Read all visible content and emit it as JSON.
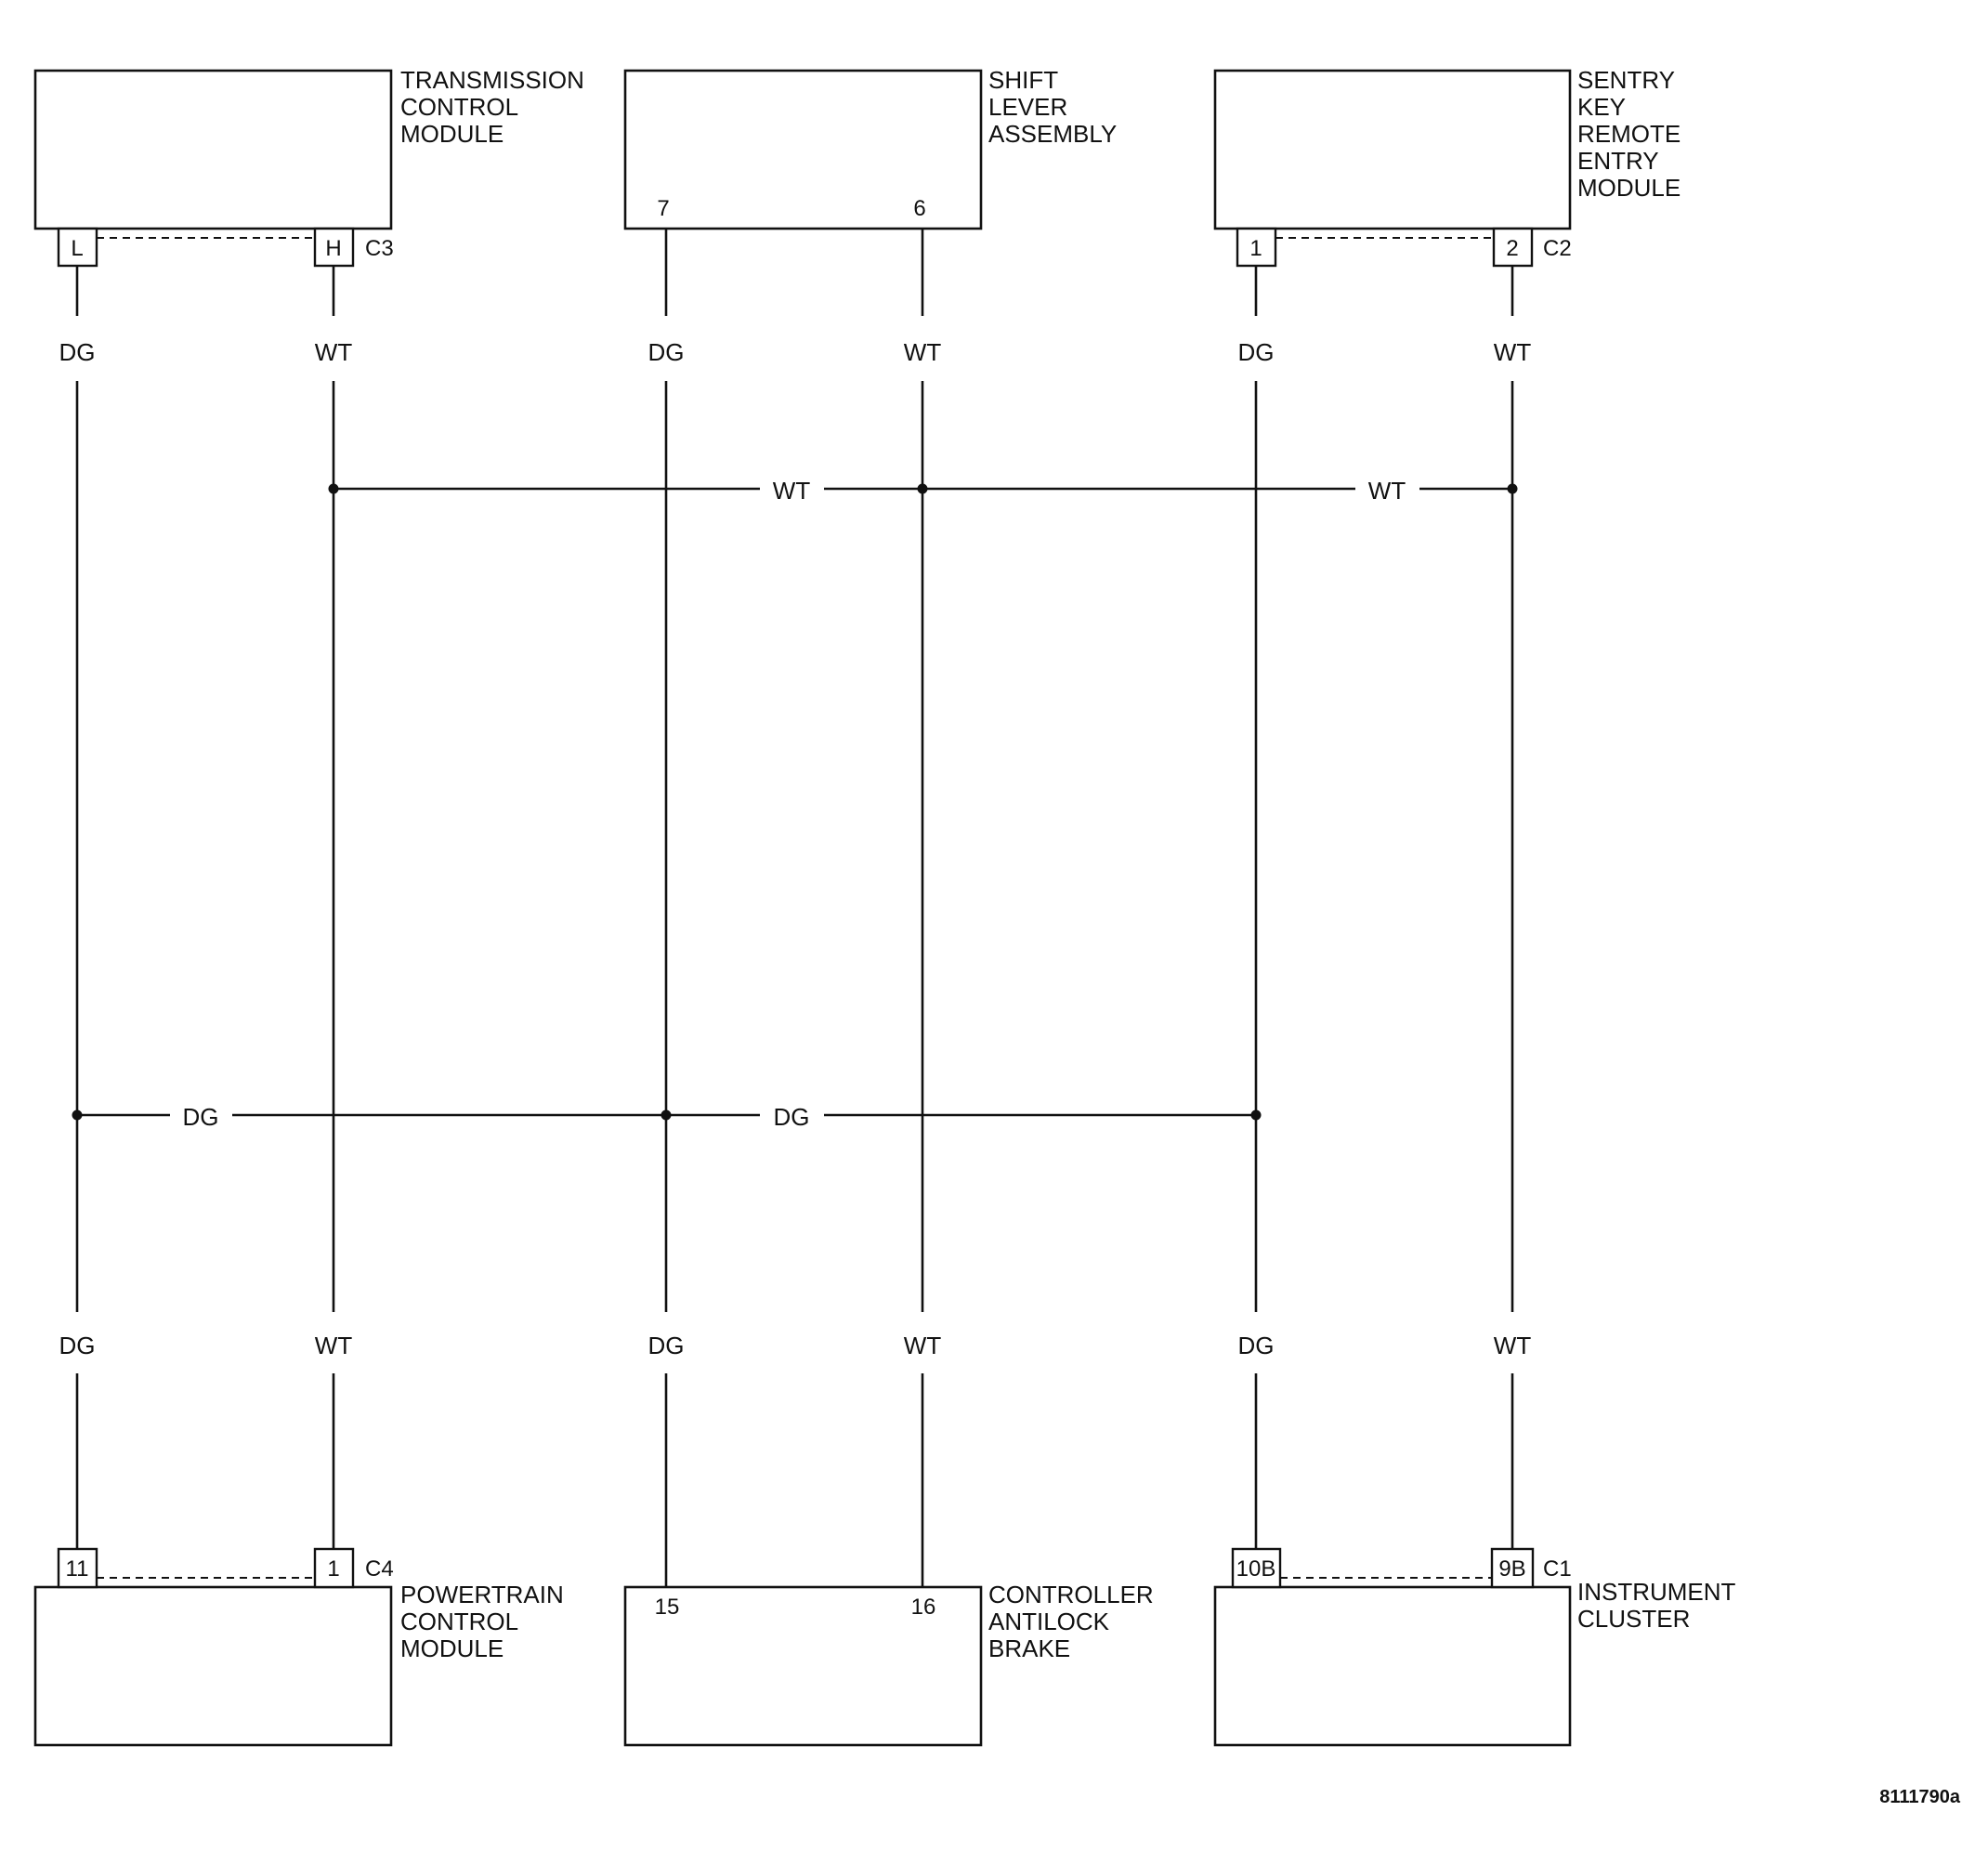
{
  "components": {
    "tcm": {
      "label": [
        "TRANSMISSION",
        "CONTROL",
        "MODULE"
      ],
      "connector": "C3",
      "pins": [
        "L",
        "H"
      ]
    },
    "shift": {
      "label": [
        "SHIFT",
        "LEVER",
        "ASSEMBLY"
      ],
      "pins": [
        "7",
        "6"
      ]
    },
    "skrem": {
      "label": [
        "SENTRY",
        "KEY",
        "REMOTE",
        "ENTRY",
        "MODULE"
      ],
      "connector": "C2",
      "pins": [
        "1",
        "2"
      ]
    },
    "pcm": {
      "label": [
        "POWERTRAIN",
        "CONTROL",
        "MODULE"
      ],
      "connector": "C4",
      "pins": [
        "11",
        "1"
      ]
    },
    "cab": {
      "label": [
        "CONTROLLER",
        "ANTILOCK",
        "BRAKE"
      ],
      "pins": [
        "15",
        "16"
      ]
    },
    "ic": {
      "label": [
        "INSTRUMENT",
        "CLUSTER"
      ],
      "connector": "C1",
      "pins": [
        "10B",
        "9B"
      ]
    }
  },
  "wire_colors": {
    "dg": "DG",
    "wt": "WT"
  },
  "figure_id": "8111790a"
}
